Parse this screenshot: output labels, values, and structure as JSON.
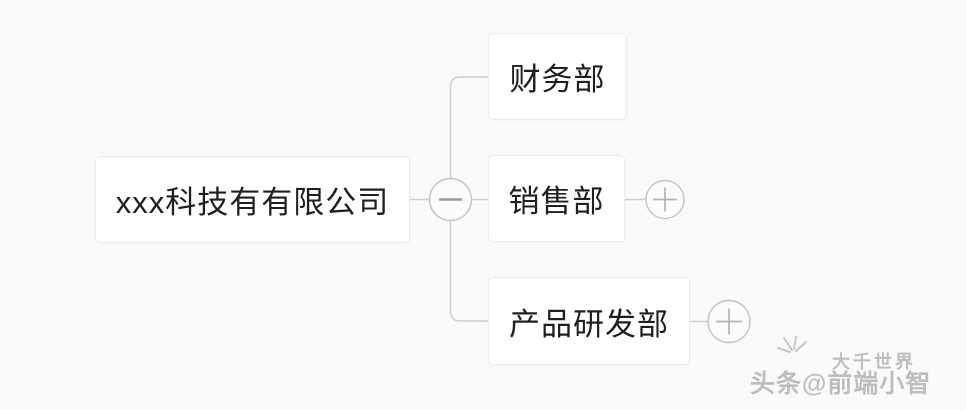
{
  "mindmap": {
    "root": {
      "label": "xxx科技有有限公司"
    },
    "collapse_button": {
      "symbol": "minus"
    },
    "children": [
      {
        "label": "财务部",
        "expandable": false
      },
      {
        "label": "销售部",
        "expandable": true
      },
      {
        "label": "产品研发部",
        "expandable": true
      }
    ]
  },
  "watermark": {
    "line1": "大千世界",
    "line2": "头条@前端小智"
  },
  "colors": {
    "background": "#fafafa",
    "node_background": "#ffffff",
    "node_border": "#ebebeb",
    "node_text": "#1f1f1f",
    "connector_line": "#cbcfd3",
    "circle_border": "#bfc3c7",
    "minus_sign": "#9c9c9c",
    "plus_sign": "#b0b4b8",
    "watermark_text": "#bdbdbd"
  }
}
